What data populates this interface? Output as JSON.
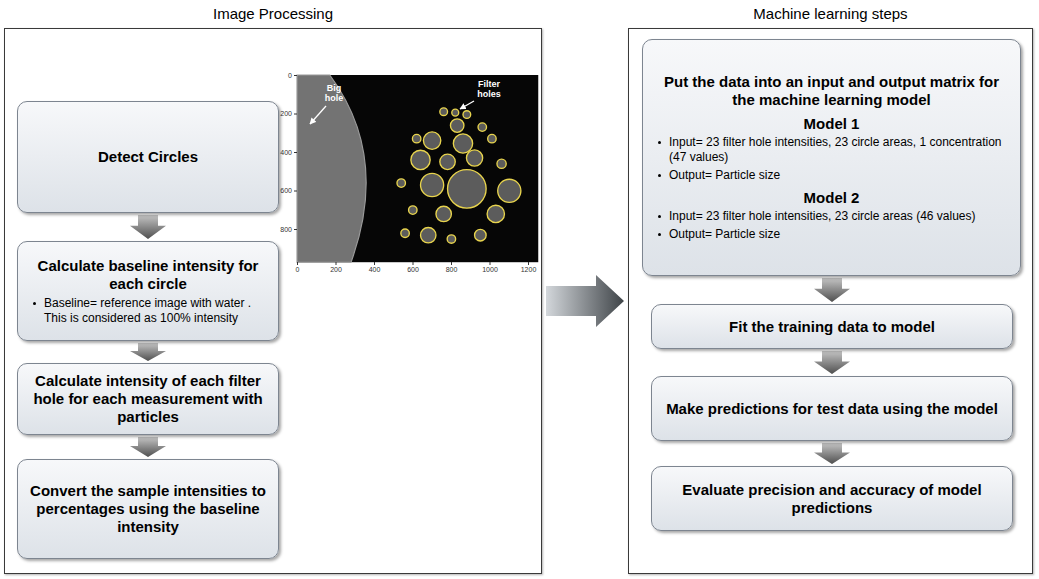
{
  "diagram": {
    "nodes": [
      {
        "text": [
          "Image Processing"
        ]
      },
      {
        "text": [
          "Detect Circles"
        ],
        "in": 0
      },
      {
        "text": [
          "Calculate baseline intensity for each circle",
          "Baseline= reference image with water . This is considered as 100% intensity"
        ],
        "in": 0
      },
      {
        "text": [
          "Calculate intensity of each filter hole for each measurement with particles"
        ],
        "in": 0
      },
      {
        "text": [
          "Convert the sample intensities to percentages using the baseline intensity"
        ],
        "in": 0
      },
      {
        "text": [
          "Machine learning steps"
        ]
      },
      {
        "text": [
          "Put the data into an input and output matrix for the machine learning model",
          "Model 1",
          "Input= 23 filter hole intensities, 23 circle areas, 1 concentration (47 values)",
          "Output= Particle size",
          "Model 2",
          "Input= 23 filter hole intensities, 23 circle areas (46 values)",
          "Output= Particle size"
        ],
        "in": 5
      },
      {
        "text": [
          "Fit the training data to model"
        ],
        "in": 5
      },
      {
        "text": [
          "Make predictions for test data using the model"
        ],
        "in": 5
      },
      {
        "text": [
          "Evaluate precision and accuracy of model predictions"
        ],
        "in": 5
      }
    ],
    "edges": [
      {
        "from": 1,
        "to": 2,
        "arrow": "to"
      },
      {
        "from": 2,
        "to": 3,
        "arrow": "to"
      },
      {
        "from": 3,
        "to": 4,
        "arrow": "to"
      },
      {
        "from": 0,
        "to": 5,
        "arrow": "to"
      },
      {
        "from": 6,
        "to": 7,
        "arrow": "to"
      },
      {
        "from": 7,
        "to": 8,
        "arrow": "to"
      },
      {
        "from": 8,
        "to": 9,
        "arrow": "to"
      }
    ],
    "labels": [
      "Big hole",
      "Filter holes",
      "0",
      "200",
      "400",
      "600",
      "800",
      "0",
      "200",
      "400",
      "600",
      "800",
      "1000",
      "1200"
    ]
  }
}
